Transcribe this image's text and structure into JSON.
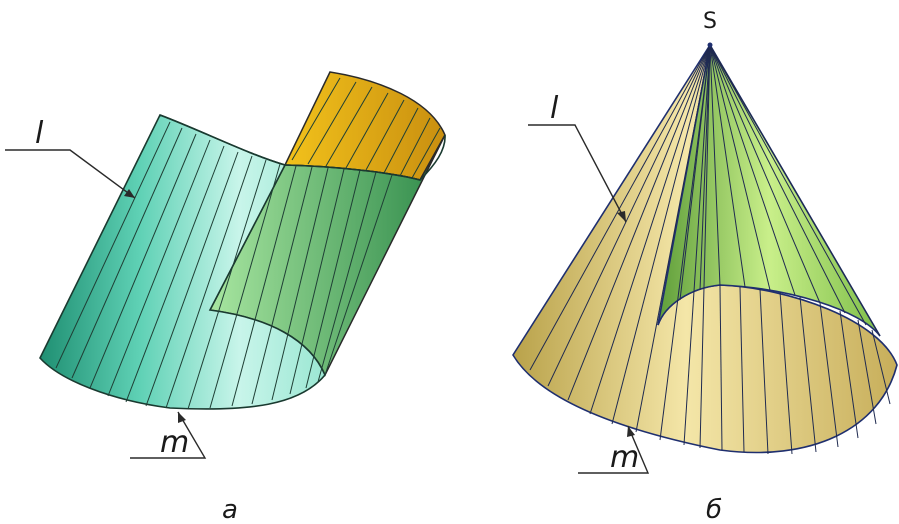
{
  "figure": {
    "left": {
      "caption": "a",
      "generatrix_label": "l",
      "directrix_label": "m",
      "colors": {
        "outer": "#3fbf9e",
        "inner_green": "#6fcf5a",
        "inner_yellow": "#e8b72a"
      }
    },
    "right": {
      "caption": "б",
      "apex_label": "S",
      "generatrix_label": "l",
      "directrix_label": "m",
      "colors": {
        "outer": "#e3cf7c",
        "inner": "#8fcf4f",
        "edge": "#1f2f6f"
      }
    }
  }
}
